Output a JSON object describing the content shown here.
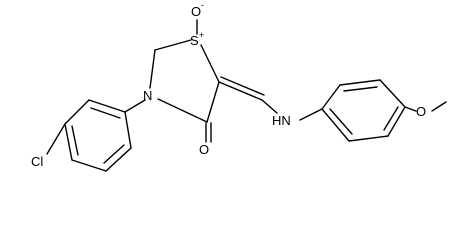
{
  "atoms": {
    "S": "S",
    "S_charge": "+",
    "O_sulfoxide": "O",
    "O_sulfoxide_charge": "-",
    "N_ring": "N",
    "O_carbonyl": "O",
    "NH": "HN",
    "Cl": "Cl",
    "O_methoxy": "O"
  },
  "colors": {
    "bond": "#000000",
    "text": "#000000",
    "background": "#ffffff"
  }
}
